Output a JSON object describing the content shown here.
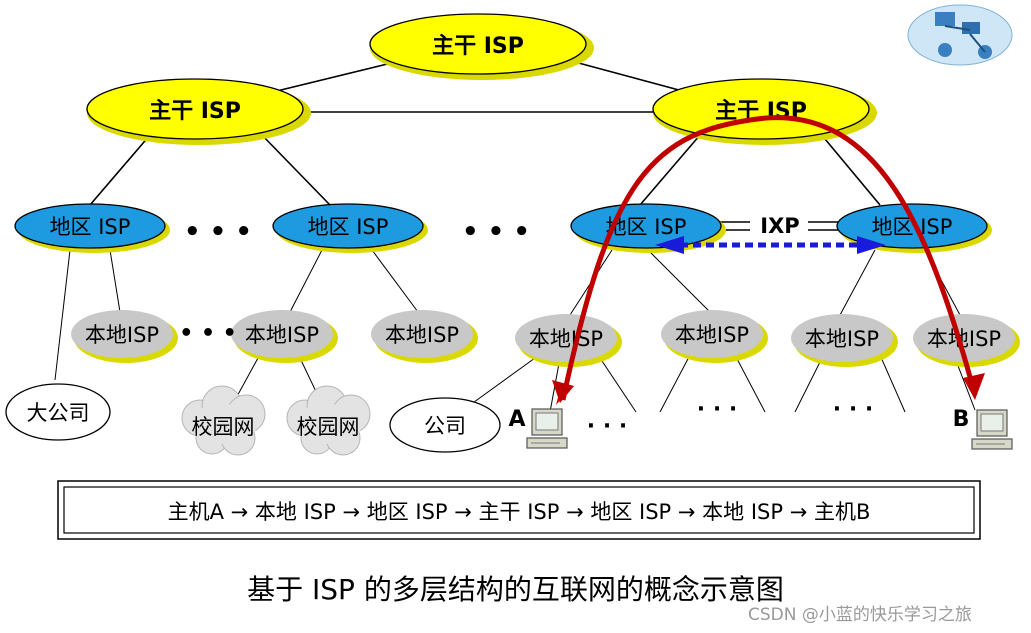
{
  "backbone": {
    "top": "主干  ISP",
    "left": "主干  ISP",
    "right": "主干  ISP"
  },
  "regional": {
    "r1": "地区 ISP",
    "r2": "地区 ISP",
    "r3": "地区 ISP",
    "r4": "地区 ISP"
  },
  "ixp": "IXP",
  "local": {
    "l1": "本地ISP",
    "l2": "本地ISP",
    "l3": "本地ISP",
    "l4": "本地ISP",
    "l5": "本地ISP",
    "l6": "本地ISP",
    "l7": "本地ISP"
  },
  "leaves": {
    "big_company": "大公司",
    "campus1": "校园网",
    "campus2": "校园网",
    "company": "公司",
    "host_a": "A",
    "host_b": "B"
  },
  "dots": {
    "regional_gap1": "• • •",
    "regional_gap2": "• • •",
    "local_gap": "• • •",
    "hosts_gap1": "· · ·",
    "hosts_gap2": "· · ·",
    "hosts_gap3": "· · ·"
  },
  "path_text": "主机A → 本地 ISP → 地区 ISP → 主干 ISP → 地区 ISP → 本地 ISP → 主机B",
  "caption": "基于 ISP 的多层结构的互联网的概念示意图",
  "watermark": "CSDN @小蓝的快乐学习之旅",
  "colors": {
    "backbone_fill": "#ffff00",
    "regional_fill": "#1e9ae0",
    "local_fill": "#c8c8c8",
    "shadow": "#d9d900",
    "path_arrow": "#c00000",
    "ixp_link": "#1a1adb"
  }
}
